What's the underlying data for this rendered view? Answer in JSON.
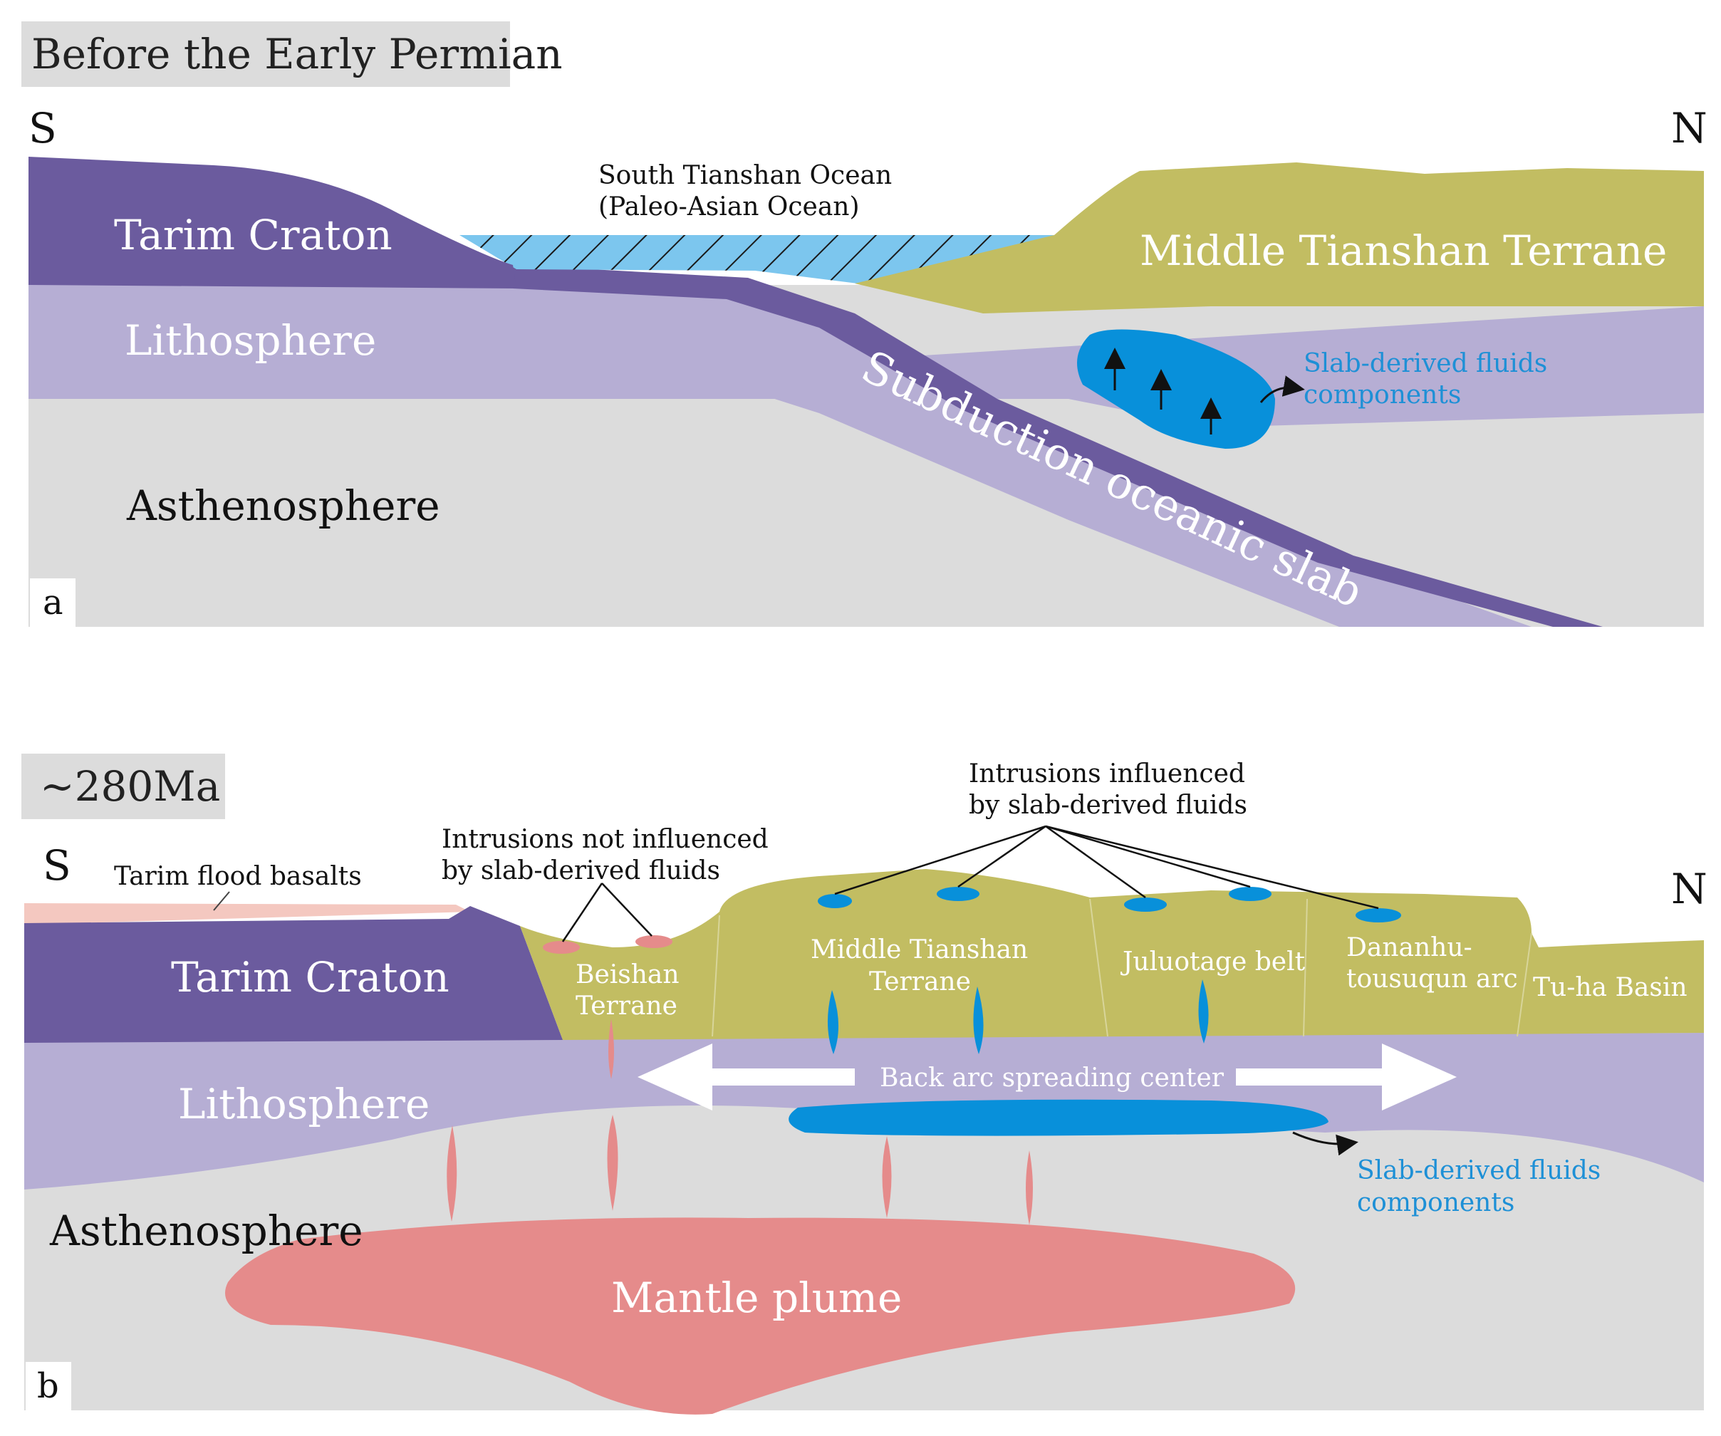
{
  "panel_a": {
    "title": "Before the Early Permian",
    "south_label": "S",
    "north_label": "N",
    "tarim_craton": "Tarim Craton",
    "lithosphere": "Lithosphere",
    "asthenosphere": "Asthenosphere",
    "ocean_line1": "South Tianshan Ocean",
    "ocean_line2": "(Paleo-Asian Ocean)",
    "middle_tianshan": "Middle Tianshan Terrane",
    "subduction_slab": "Subduction oceanic slab",
    "fluids_line1": "Slab-derived fluids",
    "fluids_line2": "components",
    "letter": "a"
  },
  "panel_b": {
    "title": "~280Ma",
    "south_label": "S",
    "north_label": "N",
    "tarim_flood_basalts": "Tarim flood basalts",
    "not_influenced_line1": "Intrusions not influenced",
    "not_influenced_line2": "by slab-derived fluids",
    "influenced_line1": "Intrusions influenced",
    "influenced_line2": "by slab-derived fluids",
    "tarim_craton": "Tarim Craton",
    "beishan_line1": "Beishan",
    "beishan_line2": "Terrane",
    "mid_tianshan_line1": "Middle Tianshan",
    "mid_tianshan_line2": "Terrane",
    "juluotage": "Juluotage belt",
    "dananhu_line1": "Dananhu-",
    "dananhu_line2": "tousuqun arc",
    "tuha": "Tu-ha Basin",
    "lithosphere": "Lithosphere",
    "back_arc": "Back  arc spreading center",
    "asthenosphere": "Asthenosphere",
    "fluids_line1": "Slab-derived fluids",
    "fluids_line2": "components",
    "mantle_plume": "Mantle plume",
    "letter": "b"
  },
  "colors": {
    "craton": "#6b5b9e",
    "lithosphere": "#b6aed4",
    "asthenosphere": "#dcdcdc",
    "terrane": "#c2bd62",
    "ocean": "#7cc6ee",
    "fluid": "#0890da",
    "plume": "#e58b8b",
    "basalt": "#f4c8c0",
    "title_box": "#dcdcdc"
  }
}
